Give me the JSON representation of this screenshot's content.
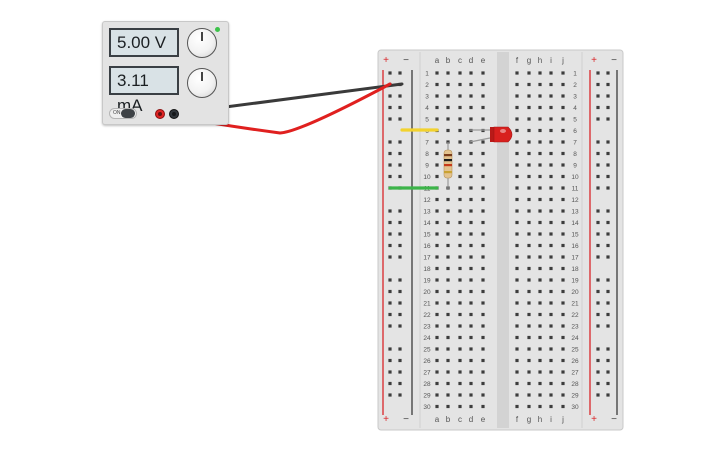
{
  "power_supply": {
    "voltage_display": "5.00 V",
    "current_display": "3.11 mA",
    "switch_label": "ON"
  },
  "breadboard": {
    "columns_left": [
      "a",
      "b",
      "c",
      "d",
      "e"
    ],
    "columns_right": [
      "f",
      "g",
      "h",
      "i",
      "j"
    ],
    "row_count": 30,
    "rail_plus": "+",
    "rail_minus": "−"
  },
  "colors": {
    "wire_positive": "#e0201f",
    "wire_negative": "#3a3a3a",
    "jumper_yellow": "#f2d22e",
    "jumper_green": "#3cb449",
    "led": "#d8201e",
    "rail_red": "#d9262a",
    "rail_black": "#3a3a3a"
  },
  "components": {
    "resistor_icon": "resistor-icon",
    "led_icon": "led-icon"
  }
}
